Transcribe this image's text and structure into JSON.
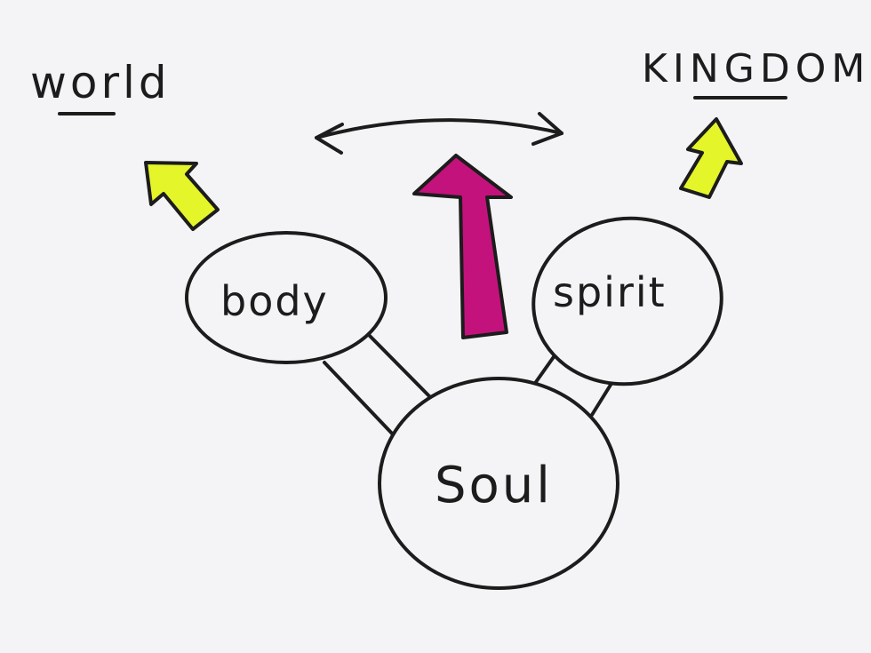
{
  "labels": {
    "world": "world",
    "kingdom": "KINGDOM",
    "body": "body",
    "spirit": "spirit",
    "soul": "Soul"
  },
  "colors": {
    "ink": "#1c1c1c",
    "paper": "#f4f4f6",
    "arrow_green": "#e4f52a",
    "arrow_magenta": "#c4127c"
  },
  "icons": {
    "double_arrow": "double-headed-arrow",
    "up_arrow_center": "up-arrow",
    "up_arrow_left": "up-left-arrow",
    "up_arrow_right": "up-right-arrow"
  }
}
